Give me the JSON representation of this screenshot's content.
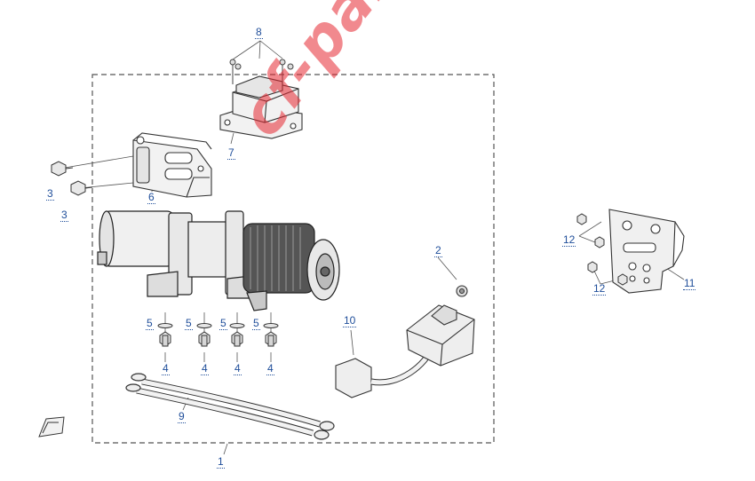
{
  "diagram": {
    "watermark": "cf-parts.ru",
    "callouts": [
      {
        "id": "c1",
        "label": "1"
      },
      {
        "id": "c2",
        "label": "2"
      },
      {
        "id": "c3a",
        "label": "3"
      },
      {
        "id": "c3b",
        "label": "3"
      },
      {
        "id": "c4a",
        "label": "4"
      },
      {
        "id": "c4b",
        "label": "4"
      },
      {
        "id": "c4c",
        "label": "4"
      },
      {
        "id": "c4d",
        "label": "4"
      },
      {
        "id": "c5a",
        "label": "5"
      },
      {
        "id": "c5b",
        "label": "5"
      },
      {
        "id": "c5c",
        "label": "5"
      },
      {
        "id": "c5d",
        "label": "5"
      },
      {
        "id": "c6",
        "label": "6"
      },
      {
        "id": "c7",
        "label": "7"
      },
      {
        "id": "c8",
        "label": "8"
      },
      {
        "id": "c9",
        "label": "9"
      },
      {
        "id": "c10",
        "label": "10"
      },
      {
        "id": "c11",
        "label": "11"
      },
      {
        "id": "c12a",
        "label": "12"
      },
      {
        "id": "c12b",
        "label": "12"
      }
    ]
  }
}
